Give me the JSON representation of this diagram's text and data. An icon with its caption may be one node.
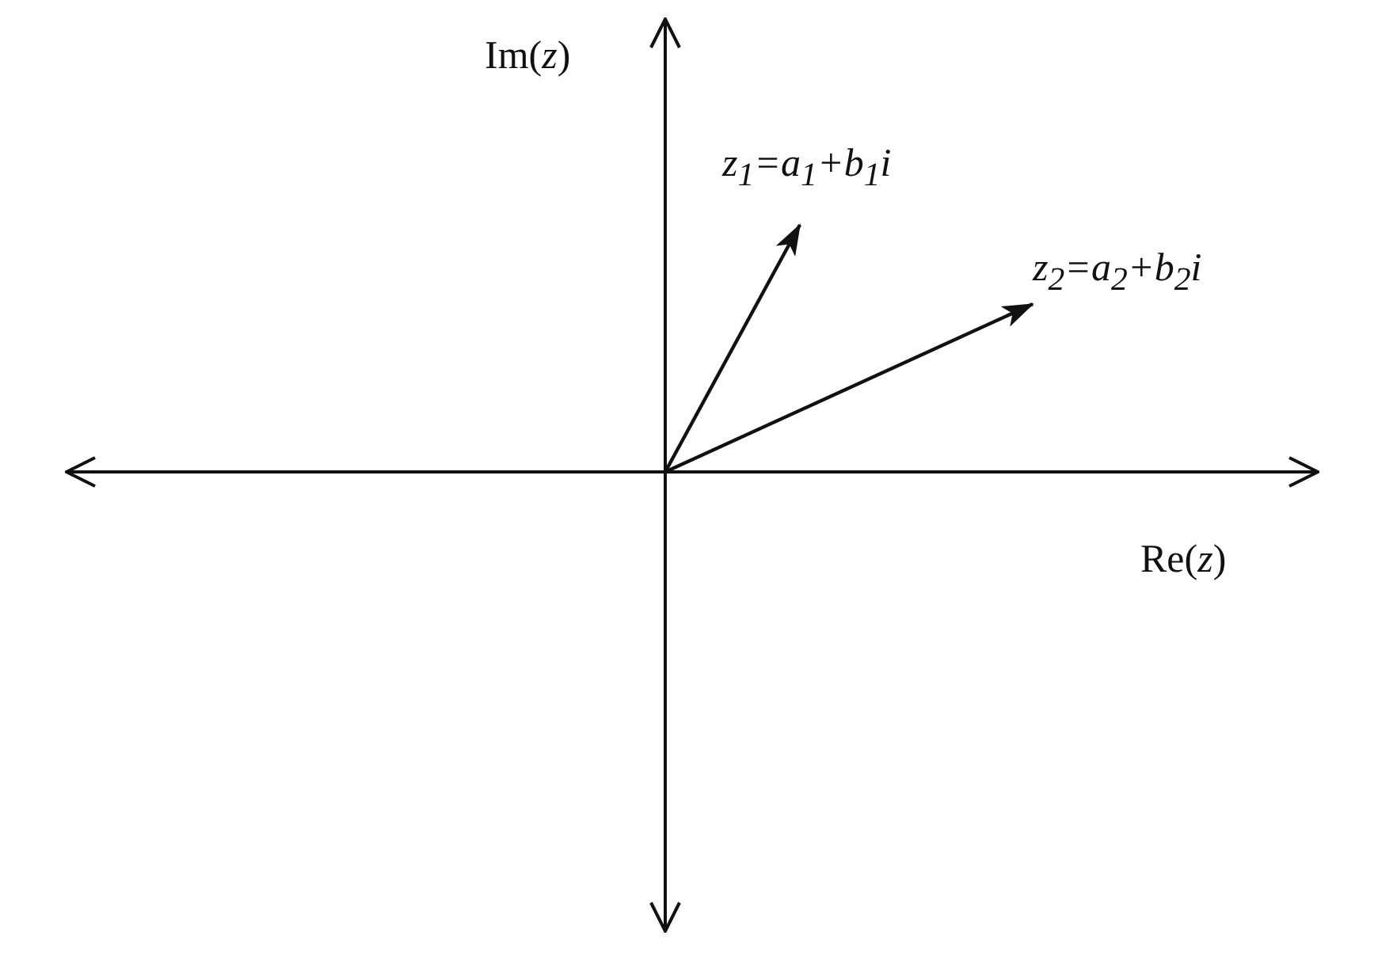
{
  "diagram": {
    "nodes": [
      {
        "text": [
          "z$_{1}$=a$_{1}$+b$_{1}$i"
        ]
      },
      {
        "text": [
          "z$_{2}$=a$_{2}$+b$_{2}$i"
        ]
      }
    ],
    "edges": [
      {
        "from": null,
        "to": 0,
        "arrow": "to"
      },
      {
        "from": null,
        "to": 1,
        "arrow": "to"
      }
    ],
    "labels": [
      "Im(*z*)",
      "Re(*z*)"
    ]
  }
}
